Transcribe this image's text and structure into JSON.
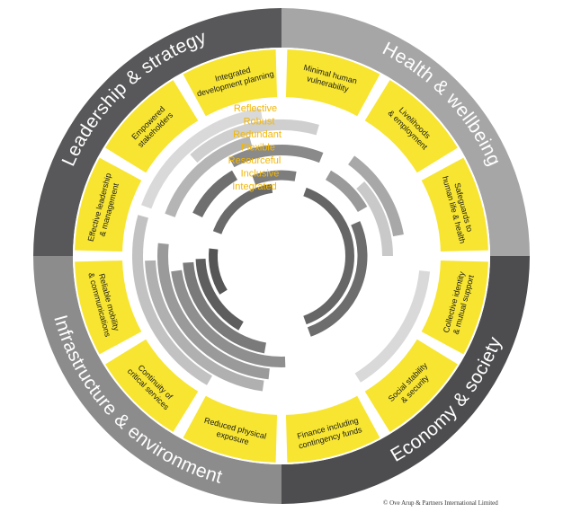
{
  "framework": {
    "dimensions": [
      {
        "label": "Health & wellbeing",
        "color": "#a6a6a6"
      },
      {
        "label": "Economy & society",
        "color": "#4d4d4f"
      },
      {
        "label": "Infrastructure & environment",
        "color": "#8c8c8c"
      },
      {
        "label": "Leadership & strategy",
        "color": "#58585a"
      }
    ],
    "goals": [
      {
        "lines": [
          "Minimal human",
          "vulnerability"
        ]
      },
      {
        "lines": [
          "Livelihoods",
          "& employment"
        ]
      },
      {
        "lines": [
          "Safeguards to",
          "human life & health"
        ]
      },
      {
        "lines": [
          "Collective identity",
          "& mutual support"
        ]
      },
      {
        "lines": [
          "Social stability",
          "& security"
        ]
      },
      {
        "lines": [
          "Finance including",
          "contingency funds"
        ]
      },
      {
        "lines": [
          "Reduced physical",
          "exposure"
        ]
      },
      {
        "lines": [
          "Continuity of",
          "critical services"
        ]
      },
      {
        "lines": [
          "Reliable mobility",
          "& communications"
        ]
      },
      {
        "lines": [
          "Effective leadership",
          "& management"
        ]
      },
      {
        "lines": [
          "Empowered",
          "stakeholders"
        ]
      },
      {
        "lines": [
          "Integrated",
          "development planning"
        ]
      }
    ],
    "qualities": [
      "Reflective",
      "Robust",
      "Redundant",
      "Flexible",
      "Resourceful",
      "Inclusive",
      "Integrated"
    ],
    "colors": {
      "goal_fill": "#f7e531",
      "background": "#ffffff",
      "quality_text": "#f2b705"
    }
  },
  "copyright": "© Ove Arup & Partners International Limited"
}
